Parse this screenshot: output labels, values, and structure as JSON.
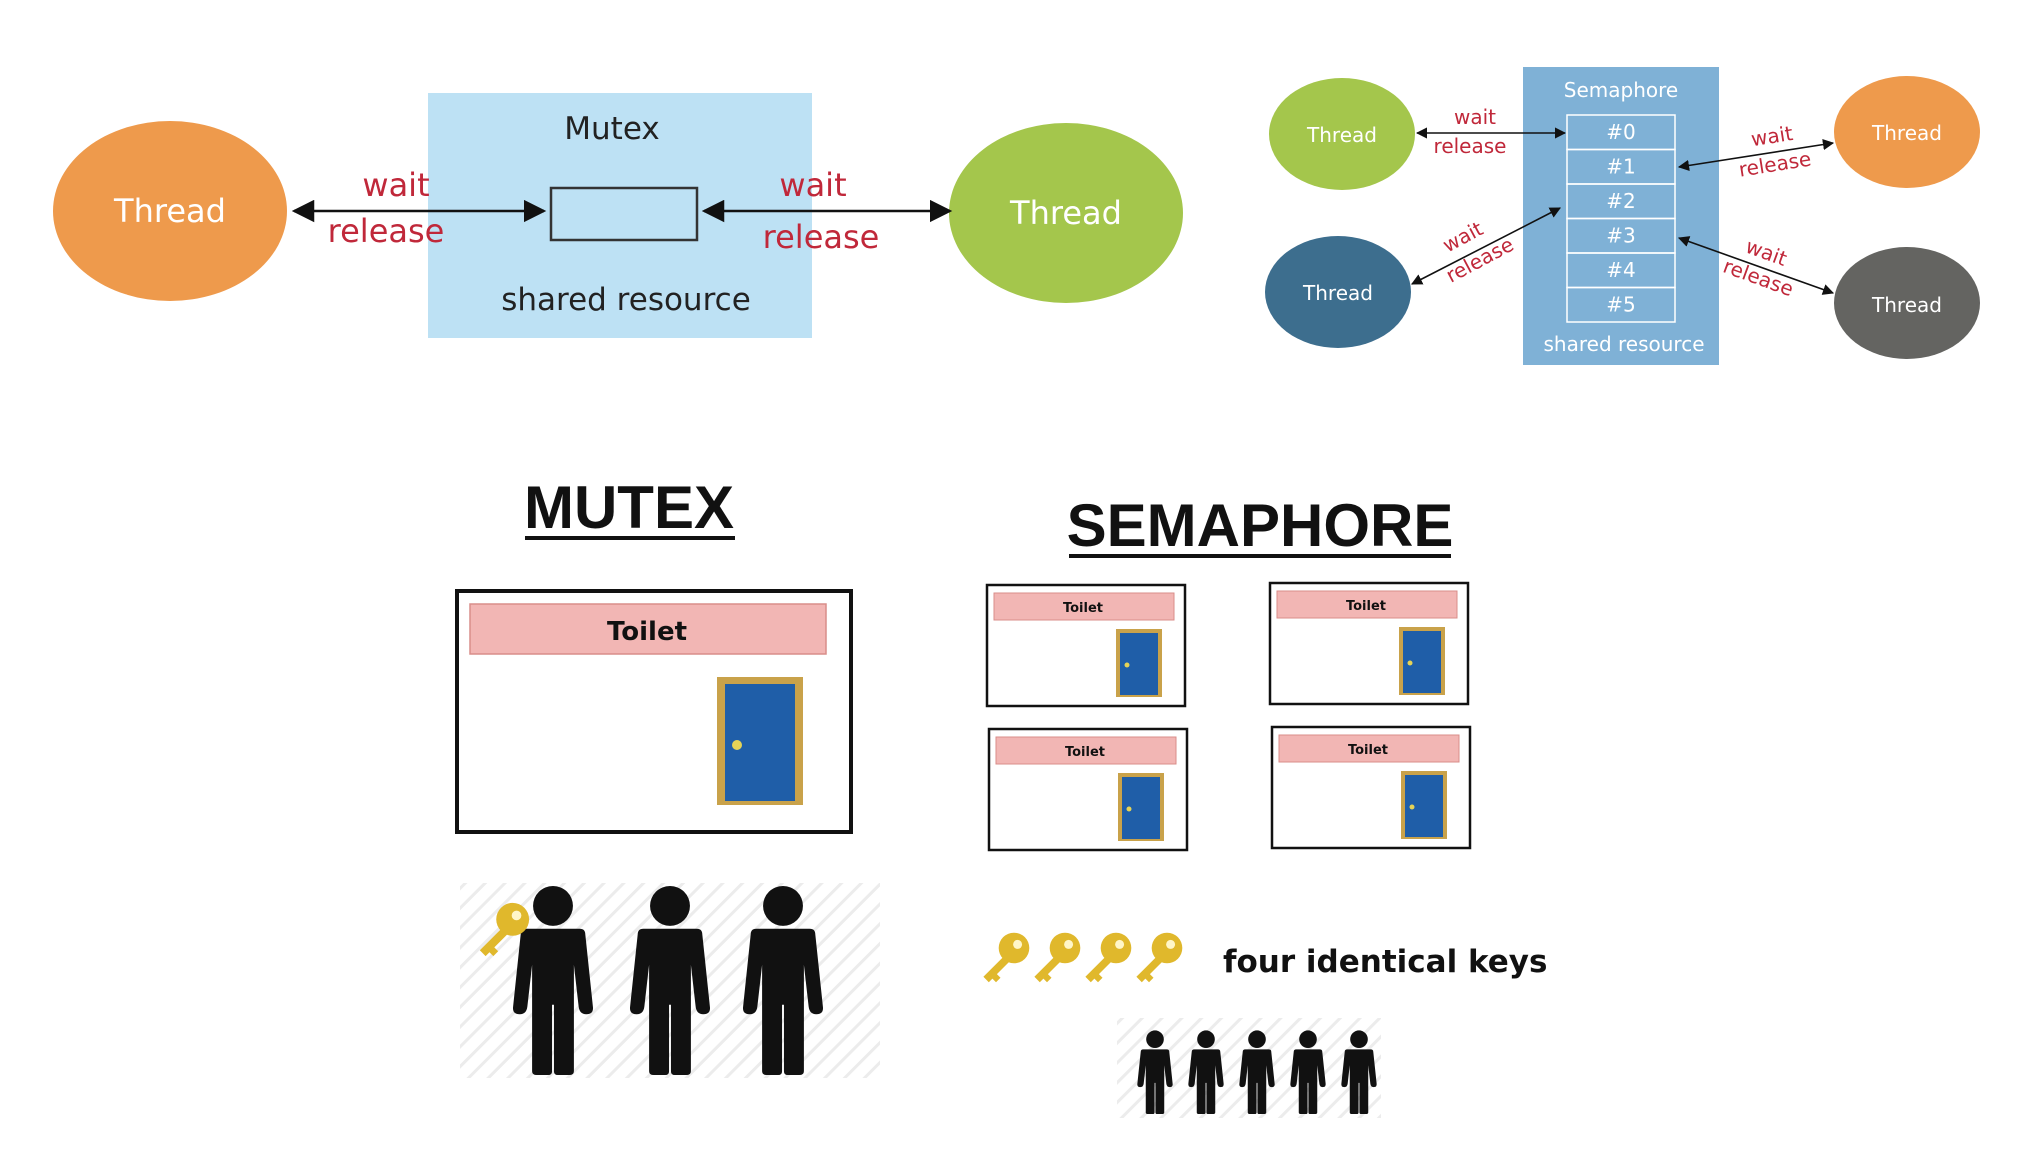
{
  "colors": {
    "orange": "#ee9a4c",
    "green": "#a4c64c",
    "blue_thread": "#3d6e8e",
    "gray_thread": "#646461",
    "mutex_box": "#bde1f4",
    "semaphore_box": "#7fb1d6",
    "wait_release": "#c0283a",
    "toilet_sign": "#f2b6b4",
    "door": "#1f5ea8",
    "door_frame": "#c9a24a",
    "key": "#e0b82c"
  },
  "mutex_diagram": {
    "title": "Mutex",
    "resource_label": "shared resource",
    "left_thread": "Thread",
    "right_thread": "Thread",
    "left_wait": "wait",
    "left_release": "release",
    "right_wait": "wait",
    "right_release": "release"
  },
  "semaphore_diagram": {
    "title": "Semaphore",
    "resource_label": "shared resource",
    "slots": [
      "#0",
      "#1",
      "#2",
      "#3",
      "#4",
      "#5"
    ],
    "threads": {
      "top_left": "Thread",
      "bottom_left": "Thread",
      "top_right": "Thread",
      "bottom_right": "Thread"
    },
    "wait": "wait",
    "release": "release"
  },
  "analogy": {
    "mutex_heading": "MUTEX",
    "semaphore_heading": "SEMAPHORE",
    "toilet_label": "Toilet",
    "keys_label": "four identical keys",
    "mutex_people_count": 3,
    "semaphore_key_count": 4,
    "semaphore_people_count": 5
  }
}
